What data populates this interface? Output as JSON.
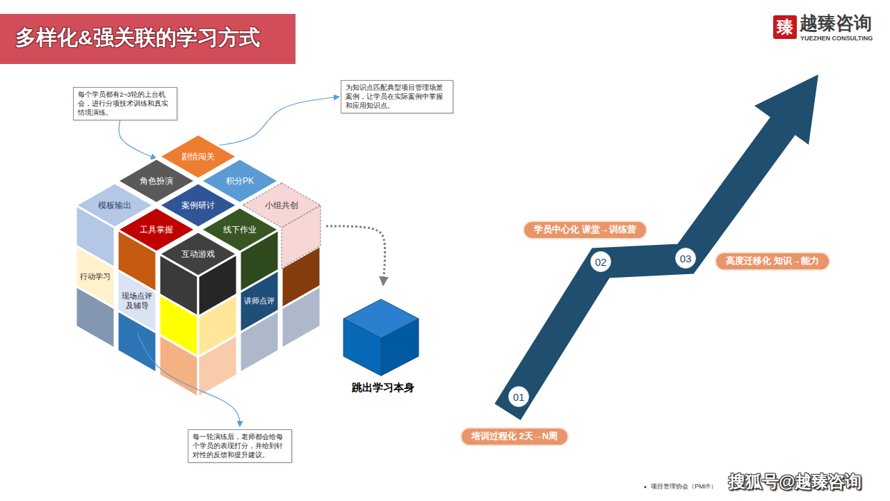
{
  "diagram": {
    "title": "多样化&强关联的学习方式",
    "nodes": [
      {
        "text": [
          "每个学员都有2~3轮的上台机会，进行分项技术训练和真实情境演练。"
        ]
      },
      {
        "text": [
          "为知识点匹配典型项目管理场景案例，让学员在实际案例中掌握和应用知识点。"
        ]
      },
      {
        "text": [
          "剧情闯关"
        ]
      },
      {
        "text": [
          "角色扮演"
        ]
      },
      {
        "text": [
          "积分PK"
        ]
      },
      {
        "text": [
          "模板输出"
        ]
      },
      {
        "text": [
          "案例研讨"
        ]
      },
      {
        "text": [
          "小组共创"
        ]
      },
      {
        "text": [
          "工具掌握"
        ]
      },
      {
        "text": [
          "线下作业"
        ]
      },
      {
        "text": [
          "互动游戏"
        ]
      },
      {
        "text": [
          "行动学习"
        ]
      },
      {
        "text": [
          "现场点评 及辅导"
        ]
      },
      {
        "text": [
          "讲师点评"
        ]
      },
      {
        "text": [
          "跳出学习本身"
        ]
      },
      {
        "text": [
          "每一轮演练后，老师都会给每个学员的表现打分，并给到针对性的反馈和提升建议。"
        ]
      },
      {
        "text": [
          "学员中心化 课堂→训练营"
        ]
      },
      {
        "text": [
          "02"
        ]
      },
      {
        "text": [
          "03"
        ]
      },
      {
        "text": [
          "高度迁移化 知识→能力"
        ]
      },
      {
        "text": [
          "01"
        ]
      },
      {
        "text": [
          "培训过程化 2天→N周"
        ]
      }
    ],
    "edges": [
      {
        "from": 0,
        "to": 3,
        "arrow": "to"
      },
      {
        "from": 2,
        "to": 1,
        "arrow": "to"
      },
      {
        "from": 7,
        "to": 14,
        "arrow": "to"
      },
      {
        "from": 12,
        "to": 15,
        "arrow": "to"
      }
    ],
    "labels": [
      "臻",
      "越臻咨询",
      "YUEZHEN CONSULTING",
      "项目管理协会（PMI®）",
      "搜狐号@越臻咨询"
    ]
  }
}
